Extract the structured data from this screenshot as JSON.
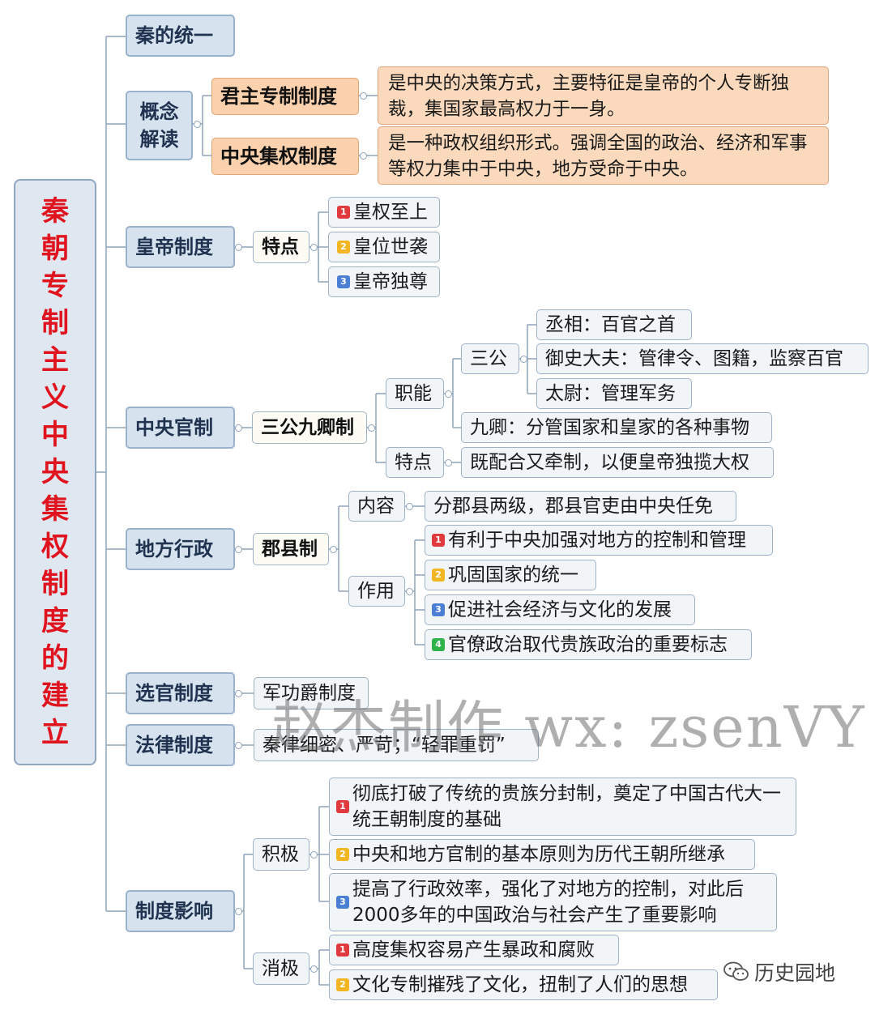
{
  "root": {
    "title": "秦朝专制主义中央集权制度的建立"
  },
  "n1": {
    "label": "秦的统一"
  },
  "n2": {
    "label": "概念解读",
    "c1": {
      "label": "君主专制制度",
      "def": "是中央的决策方式，主要特征是皇帝的个人专断独裁，集国家最高权力于一身。"
    },
    "c2": {
      "label": "中央集权制度",
      "def": "是一种政权组织形式。强调全国的政治、经济和军事等权力集中于中央，地方受命于中央。"
    }
  },
  "n3": {
    "label": "皇帝制度",
    "sub": "特点",
    "items": [
      "皇权至上",
      "皇位世袭",
      "皇帝独尊"
    ]
  },
  "n4": {
    "label": "中央官制",
    "sub": "三公九卿制",
    "zhineng": {
      "label": "职能",
      "sangong": "三公",
      "items": [
        "丞相：百官之首",
        "御史大夫：管律令、图籍，监察百官",
        "太尉：管理军务"
      ],
      "jiuqing": "九卿：分管国家和皇家的各种事物"
    },
    "tedian": {
      "label": "特点",
      "text": "既配合又牵制，以便皇帝独揽大权"
    }
  },
  "n5": {
    "label": "地方行政",
    "sub": "郡县制",
    "neirong": {
      "label": "内容",
      "text": "分郡县两级，郡县官吏由中央任免"
    },
    "zuoyong": {
      "label": "作用",
      "items": [
        "有利于中央加强对地方的控制和管理",
        "巩固国家的统一",
        "促进社会经济与文化的发展",
        "官僚政治取代贵族政治的重要标志"
      ]
    }
  },
  "n6": {
    "label": "选官制度",
    "text": "军功爵制度"
  },
  "n7": {
    "label": "法律制度",
    "text": "秦律细密、严苛；“轻罪重罚”"
  },
  "n8": {
    "label": "制度影响",
    "jiji": {
      "label": "积极",
      "items": [
        "彻底打破了传统的贵族分封制，奠定了中国古代大一统王朝制度的基础",
        "中央和地方官制的基本原则为历代王朝所继承",
        "提高了行政效率，强化了对地方的控制，对此后2000多年的中国政治与社会产生了重要影响"
      ]
    },
    "xiaoji": {
      "label": "消极",
      "items": [
        "高度集权容易产生暴政和腐败",
        "文化专制摧残了文化，扭制了人们的思想"
      ]
    }
  },
  "badges": [
    "1",
    "2",
    "3",
    "4"
  ],
  "watermark": "赵杰制作 wx: zsenVY",
  "brand": {
    "text": "历史园地",
    "icon": "wechat-icon"
  },
  "colors": {
    "root_text": "#e0141e",
    "badge1": "#e0393e",
    "badge2": "#f2b622",
    "badge3": "#4a7fd4",
    "badge4": "#2eb34b",
    "def_bg": "#fbd9bd"
  }
}
